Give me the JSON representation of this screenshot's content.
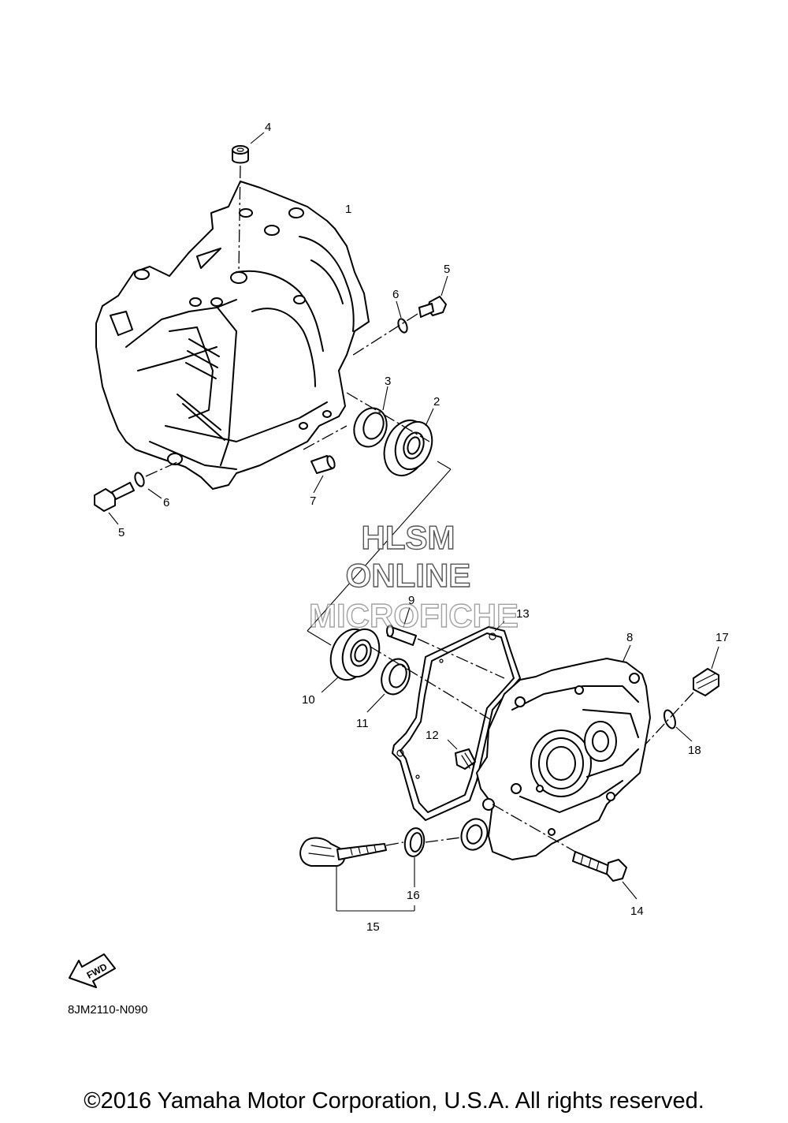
{
  "diagram": {
    "callouts": {
      "c1": "1",
      "c2": "2",
      "c3": "3",
      "c4": "4",
      "c5a": "5",
      "c5b": "5",
      "c6a": "6",
      "c6b": "6",
      "c7": "7",
      "c8": "8",
      "c9": "9",
      "c10": "10",
      "c11": "11",
      "c12": "12",
      "c13": "13",
      "c14": "14",
      "c15": "15",
      "c16": "16",
      "c17": "17",
      "c18": "18"
    },
    "fwd_label": "FWD",
    "drawing_code": "8JM2110-N090"
  },
  "watermark": {
    "line1": "HLSM",
    "line2": "ONLINE",
    "line3": "MICROFICHE"
  },
  "footer": {
    "copyright": "©2016 Yamaha Motor Corporation, U.S.A. All rights reserved."
  }
}
